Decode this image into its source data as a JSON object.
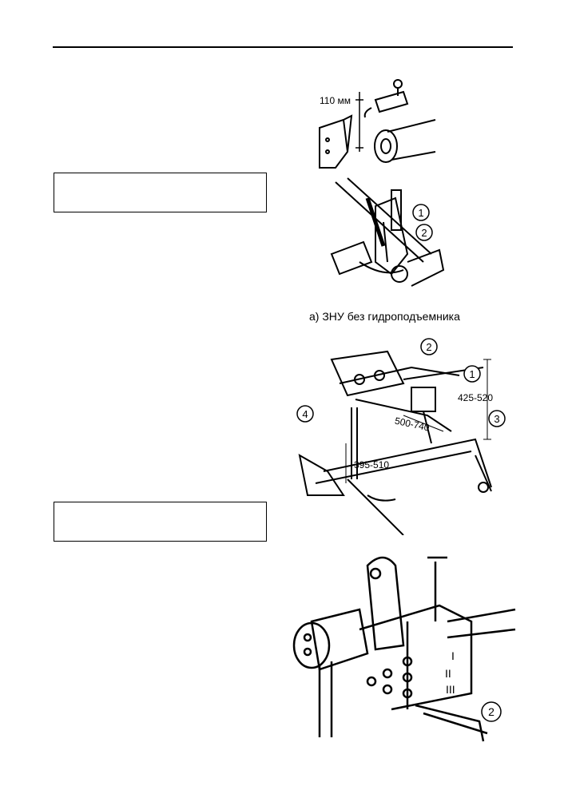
{
  "figures": {
    "fig1": {
      "dimension": "110 мм"
    },
    "fig2": {
      "callouts": [
        "1",
        "2"
      ]
    },
    "caption_a": "а) ЗНУ без гидроподъемника",
    "fig3": {
      "callouts": [
        "2",
        "1",
        "3",
        "4"
      ],
      "dim_height": "425-520",
      "dim_length": "500-740",
      "dim_lower": "395-510"
    },
    "fig4": {
      "positions": [
        "I",
        "II",
        "III"
      ],
      "callout": "2"
    }
  }
}
